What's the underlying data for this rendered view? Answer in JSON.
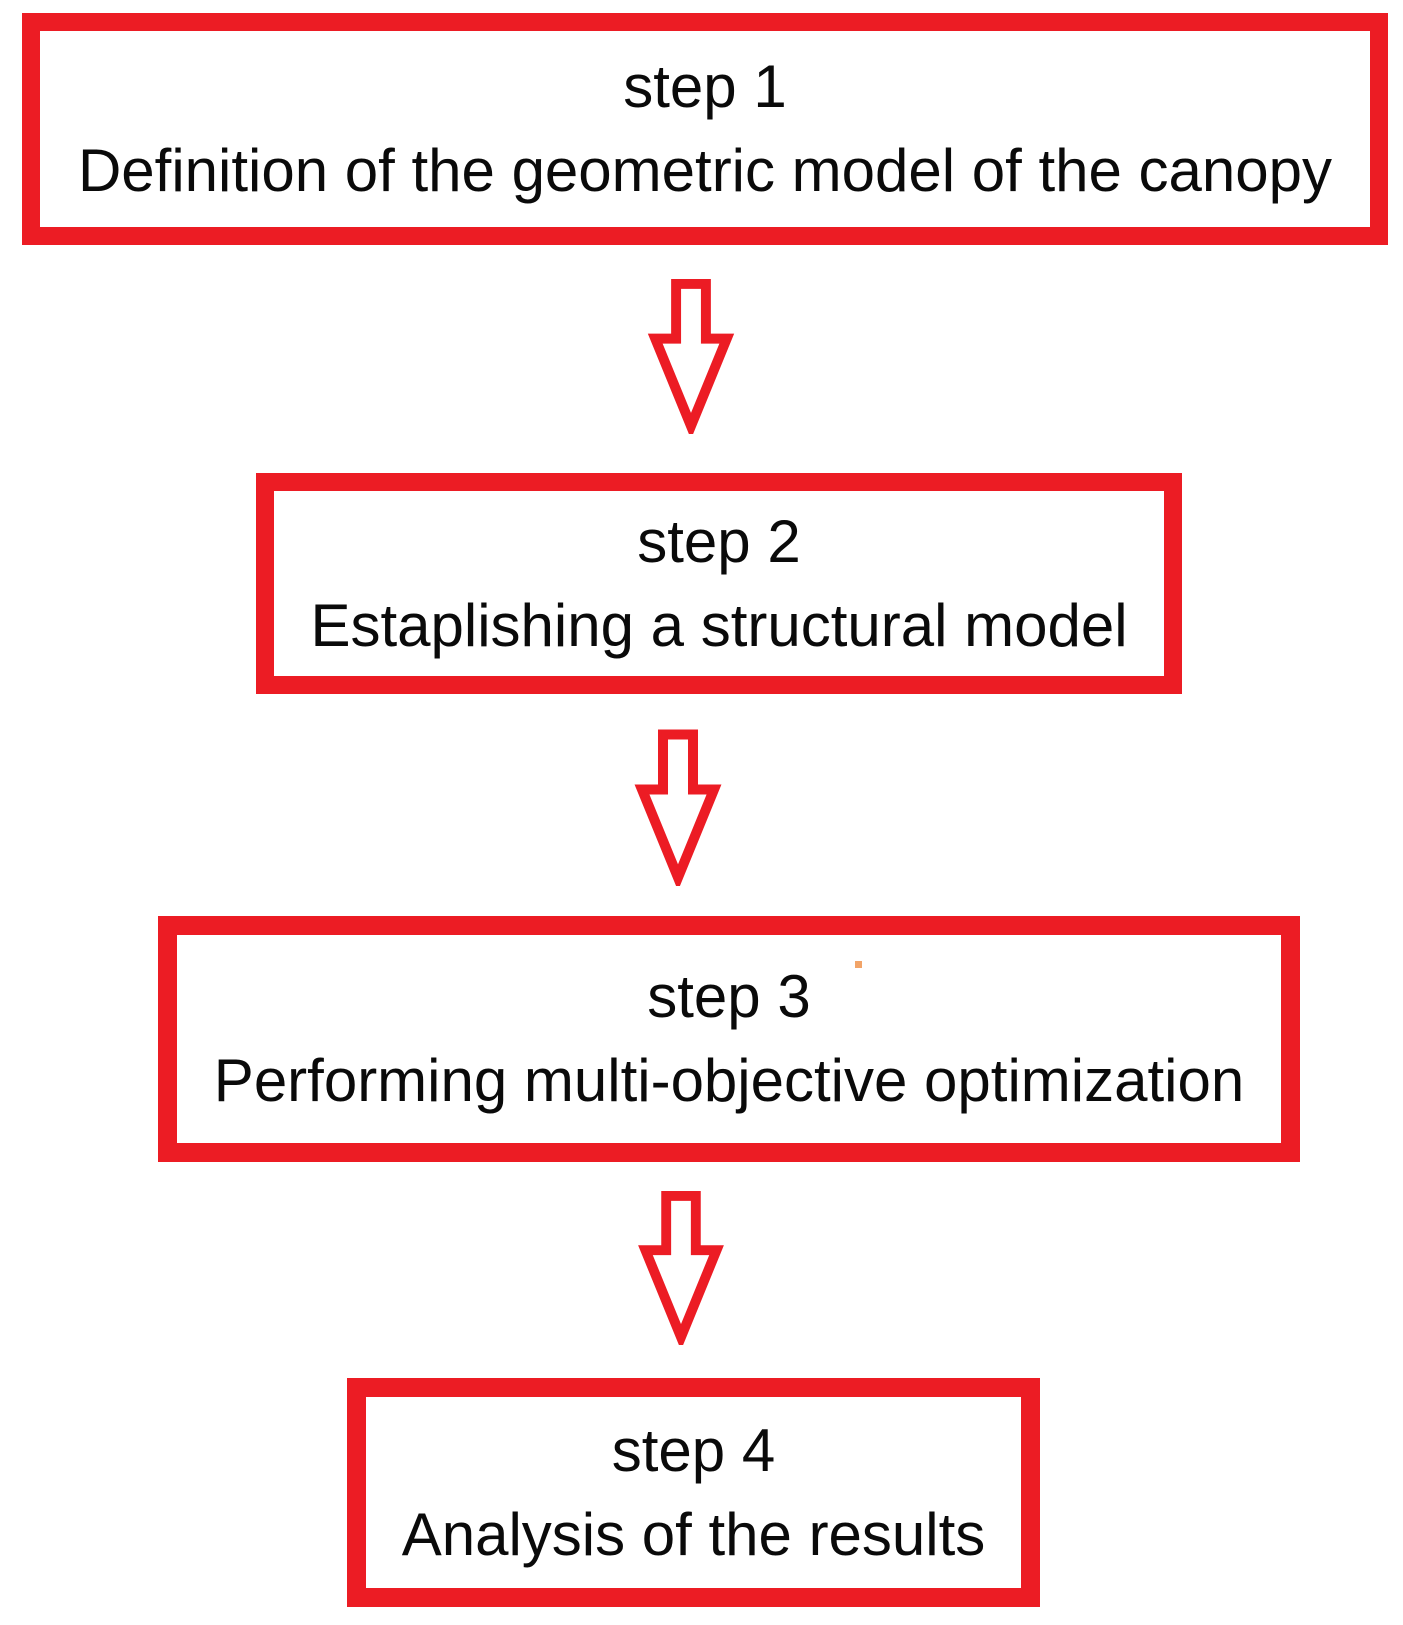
{
  "diagram": {
    "type": "flowchart",
    "direction": "top-down",
    "accent_color": "#ec1c24",
    "text_color": "#0a0a0a",
    "background_color": "#ffffff",
    "steps": [
      {
        "label": "step 1",
        "description": "Definition of the geometric model of the canopy"
      },
      {
        "label": "step 2",
        "description": "Estaplishing a structural model"
      },
      {
        "label": "step 3",
        "description": "Performing multi-objective optimization"
      },
      {
        "label": "step 4",
        "description": "Analysis of the results"
      }
    ],
    "connectors": [
      {
        "from": "step 1",
        "to": "step 2",
        "icon": "down-block-arrow-icon"
      },
      {
        "from": "step 2",
        "to": "step 3",
        "icon": "down-block-arrow-icon"
      },
      {
        "from": "step 3",
        "to": "step 4",
        "icon": "down-block-arrow-icon"
      }
    ]
  }
}
